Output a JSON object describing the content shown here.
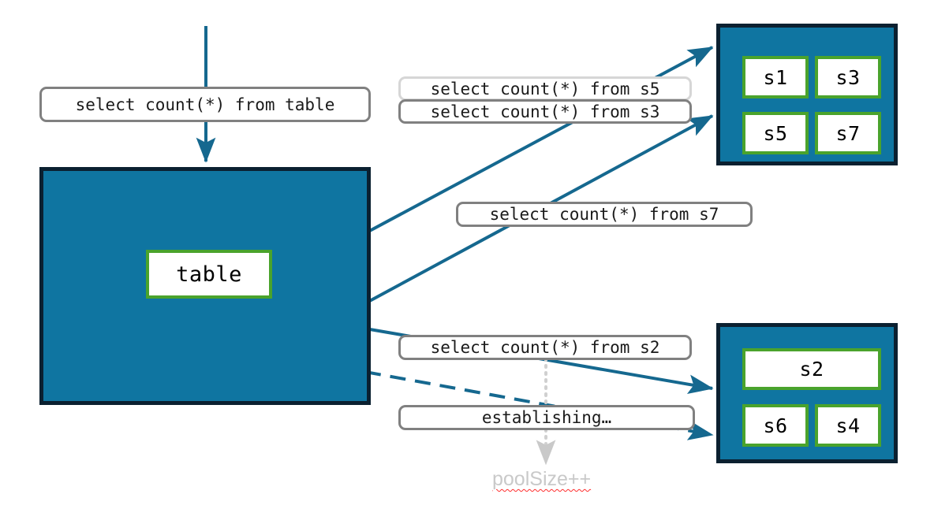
{
  "diagram": {
    "title": "connection pool query routing diagram",
    "colors": {
      "panel_fill": "#0f75a1",
      "panel_border": "#0b2030",
      "node_border": "#4aa32c",
      "node_fill": "#ffffff",
      "pill_border": "#808080",
      "pill_border_light": "#d6d6d6",
      "edge": "#15688f",
      "dotted_edge": "#d0d0d0",
      "annotation_text": "#c9c9c9",
      "background": "#ffffff"
    }
  },
  "client": {
    "query_label": "select count(*) from table",
    "table_node": "table"
  },
  "queries": {
    "s5": "select count(*) from s5",
    "s3": "select count(*) from s3",
    "s7": "select count(*) from s7",
    "s2": "select count(*) from s2",
    "establishing": "establishing…"
  },
  "annotations": {
    "pool_size": "poolSize++"
  },
  "servers": {
    "top_panel": {
      "name": "server-group-top",
      "nodes": [
        "s1",
        "s3",
        "s5",
        "s7"
      ]
    },
    "bottom_panel": {
      "name": "server-group-bottom",
      "nodes": [
        "s2",
        "s6",
        "s4"
      ]
    }
  }
}
